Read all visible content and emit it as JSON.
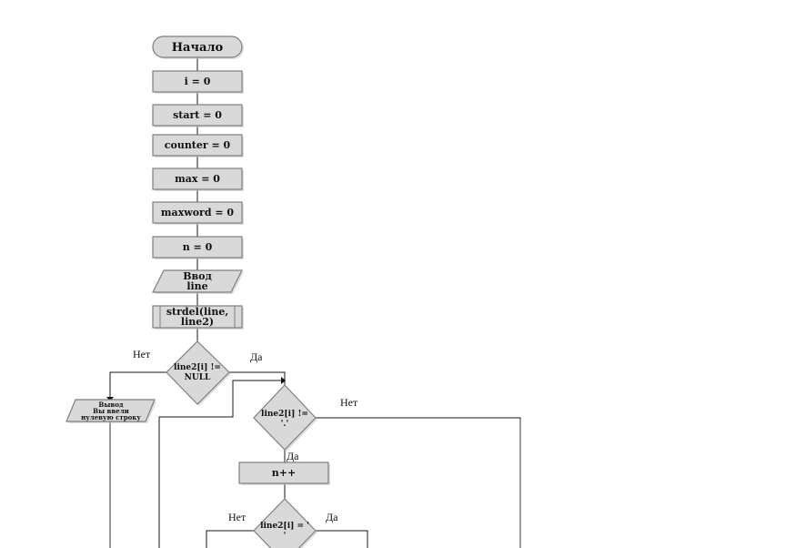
{
  "diagram": {
    "title": "Flowchart",
    "nodes": {
      "start": {
        "type": "terminator",
        "text": "Начало"
      },
      "init_i": {
        "type": "process",
        "text": "i = 0"
      },
      "init_start": {
        "type": "process",
        "text": "start = 0"
      },
      "init_counter": {
        "type": "process",
        "text": "counter = 0"
      },
      "init_max": {
        "type": "process",
        "text": "max = 0"
      },
      "init_maxword": {
        "type": "process",
        "text": "maxword = 0"
      },
      "init_n": {
        "type": "process",
        "text": "n = 0"
      },
      "input_line": {
        "type": "io",
        "line1": "Ввод",
        "line2": "line"
      },
      "strdel": {
        "type": "predefined-process",
        "line1": "strdel(line,",
        "line2": "line2)"
      },
      "cond_null": {
        "type": "decision",
        "line1": "line2[i] !=",
        "line2": "NULL"
      },
      "output_empty": {
        "type": "io",
        "line1": "Вывод",
        "line2": "Вы ввели",
        "line3": "нулевую строку"
      },
      "cond_not_dot": {
        "type": "decision",
        "line1": "line2[i] !=",
        "line2": "'.'"
      },
      "inc_n": {
        "type": "process",
        "text": "n++"
      },
      "cond_space": {
        "type": "decision",
        "line1": "line2[i] = '",
        "line2": "'"
      }
    },
    "edge_labels": {
      "null_no": "Нет",
      "null_yes": "Да",
      "dot_no": "Нет",
      "dot_yes": "Да",
      "space_no": "Нет",
      "space_yes": "Да"
    }
  }
}
